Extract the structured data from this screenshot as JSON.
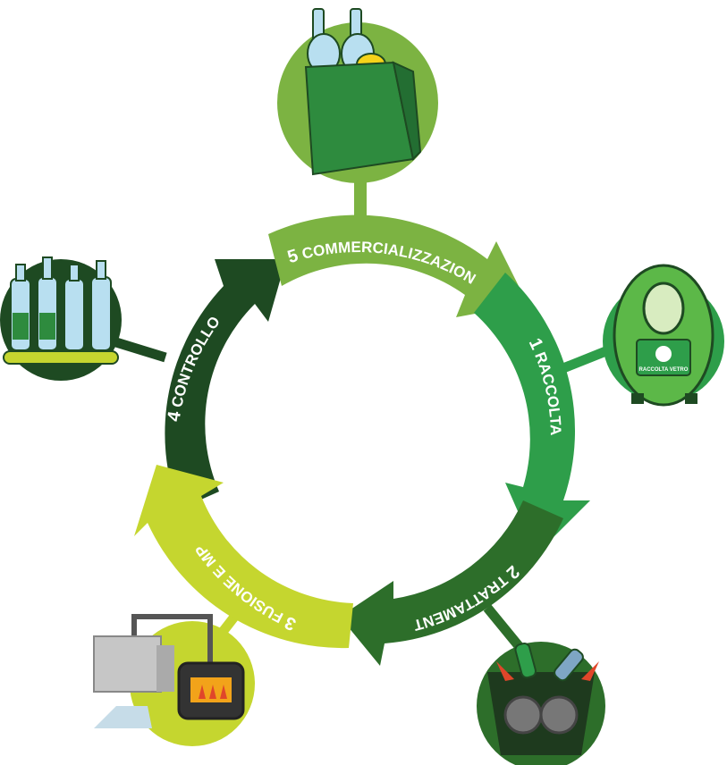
{
  "cycle": {
    "steps": [
      {
        "number": "5",
        "title": "COMMERCIALIZZAZIONE",
        "subtitle": "E CONSUMO",
        "color": "#7cb342",
        "icon": "shopping-bag-with-bottles-icon"
      },
      {
        "number": "1",
        "title": "RACCOLTA",
        "color": "#2e9e4a",
        "icon": "glass-collection-bin-icon"
      },
      {
        "number": "2",
        "title": "TRATTAMENTO",
        "color": "#2d6e2a",
        "icon": "glass-crusher-icon"
      },
      {
        "number": "3",
        "title": "FUSIONE E MPS",
        "color": "#c5d62f",
        "icon": "melting-furnace-icon"
      },
      {
        "number": "4",
        "title": "CONTROLLO",
        "color": "#1e4a22",
        "icon": "bottles-on-conveyor-icon"
      }
    ],
    "bin_label": "RACCOLTA VETRO",
    "colors": {
      "dark_green": "#1e4a22",
      "mid_green": "#2d6e2a",
      "bright_green": "#2e9e4a",
      "light_green": "#7cb342",
      "lime": "#c5d62f"
    }
  }
}
